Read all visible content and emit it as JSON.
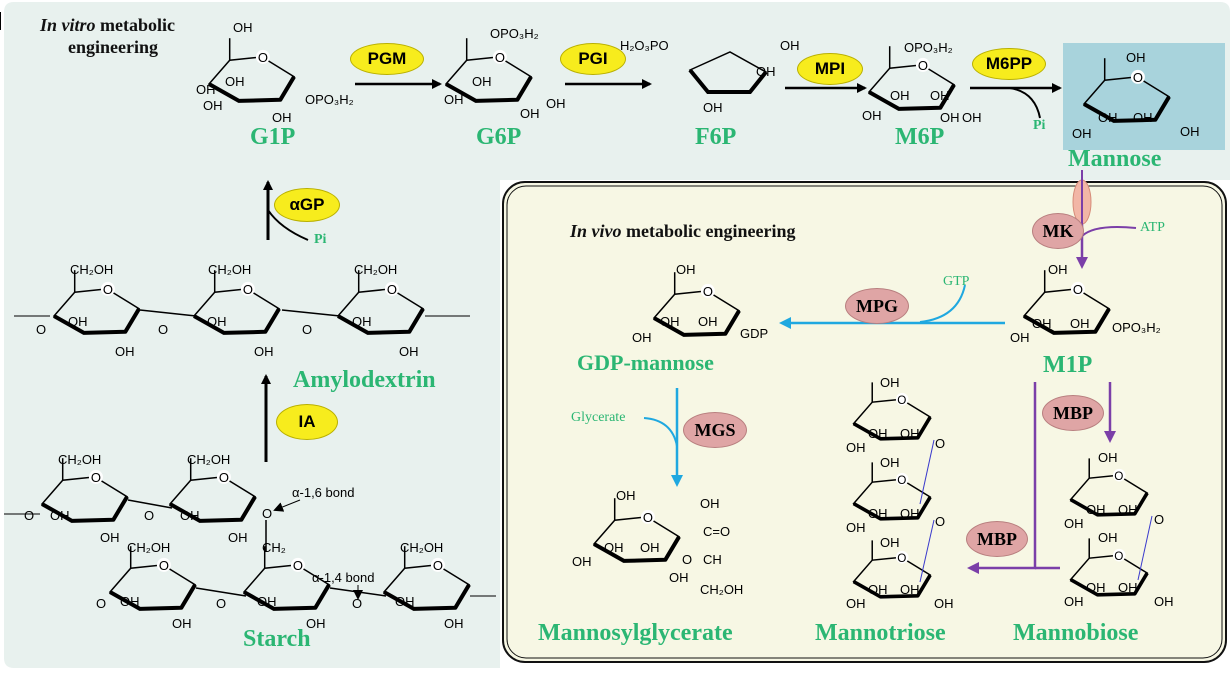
{
  "titles": {
    "in_vitro_em": "In vitro",
    "in_vitro_rest": " metabolic",
    "in_vitro_line2": "engineering",
    "in_vivo_em": "In vivo",
    "in_vivo_rest": " metabolic engineering"
  },
  "metabolites": {
    "g1p": "G1P",
    "g6p": "G6P",
    "f6p": "F6P",
    "m6p": "M6P",
    "mannose": "Mannose",
    "amylodextrin": "Amylodextrin",
    "starch": "Starch",
    "gdp_mannose": "GDP-mannose",
    "m1p": "M1P",
    "mannosylglycerate": "Mannosylglycerate",
    "mannotriose": "Mannotriose",
    "mannobiose": "Mannobiose"
  },
  "enzymes": {
    "pgm": "PGM",
    "pgi": "PGI",
    "mpi": "MPI",
    "m6pp": "M6PP",
    "agp": "αGP",
    "ia": "IA",
    "mk": "MK",
    "mpg": "MPG",
    "mbp1": "MBP",
    "mbp2": "MBP",
    "mgs": "MGS"
  },
  "cofactors": {
    "pi_m6pp": "Pi",
    "pi_agp": "Pi",
    "atp": "ATP",
    "gtp": "GTP",
    "glycerate": "Glycerate"
  },
  "bonds": {
    "a16": "α-1,6 bond",
    "a14": "α-1,4 bond"
  },
  "chem": {
    "oh": "OH",
    "ch2oh": "CH₂OH",
    "ch2": "CH₂",
    "opo3h2": "OPO₃H₂",
    "h2o3po": "H₂O₃PO",
    "gdp": "GDP",
    "o": "O",
    "cooh_eq": "C=O",
    "ch": "CH",
    "ch2oh_tail": "CH₂OH"
  },
  "colors": {
    "green": "#2bb673",
    "yellow": "#f7ec1d",
    "pink": "#dfa5a5",
    "blue": "#1fa8e0",
    "purple": "#7b3fa8",
    "panel_vitro": "#e8f1ee",
    "panel_vivo": "#f7f7e4",
    "mannose_box": "#a8d3dc"
  }
}
